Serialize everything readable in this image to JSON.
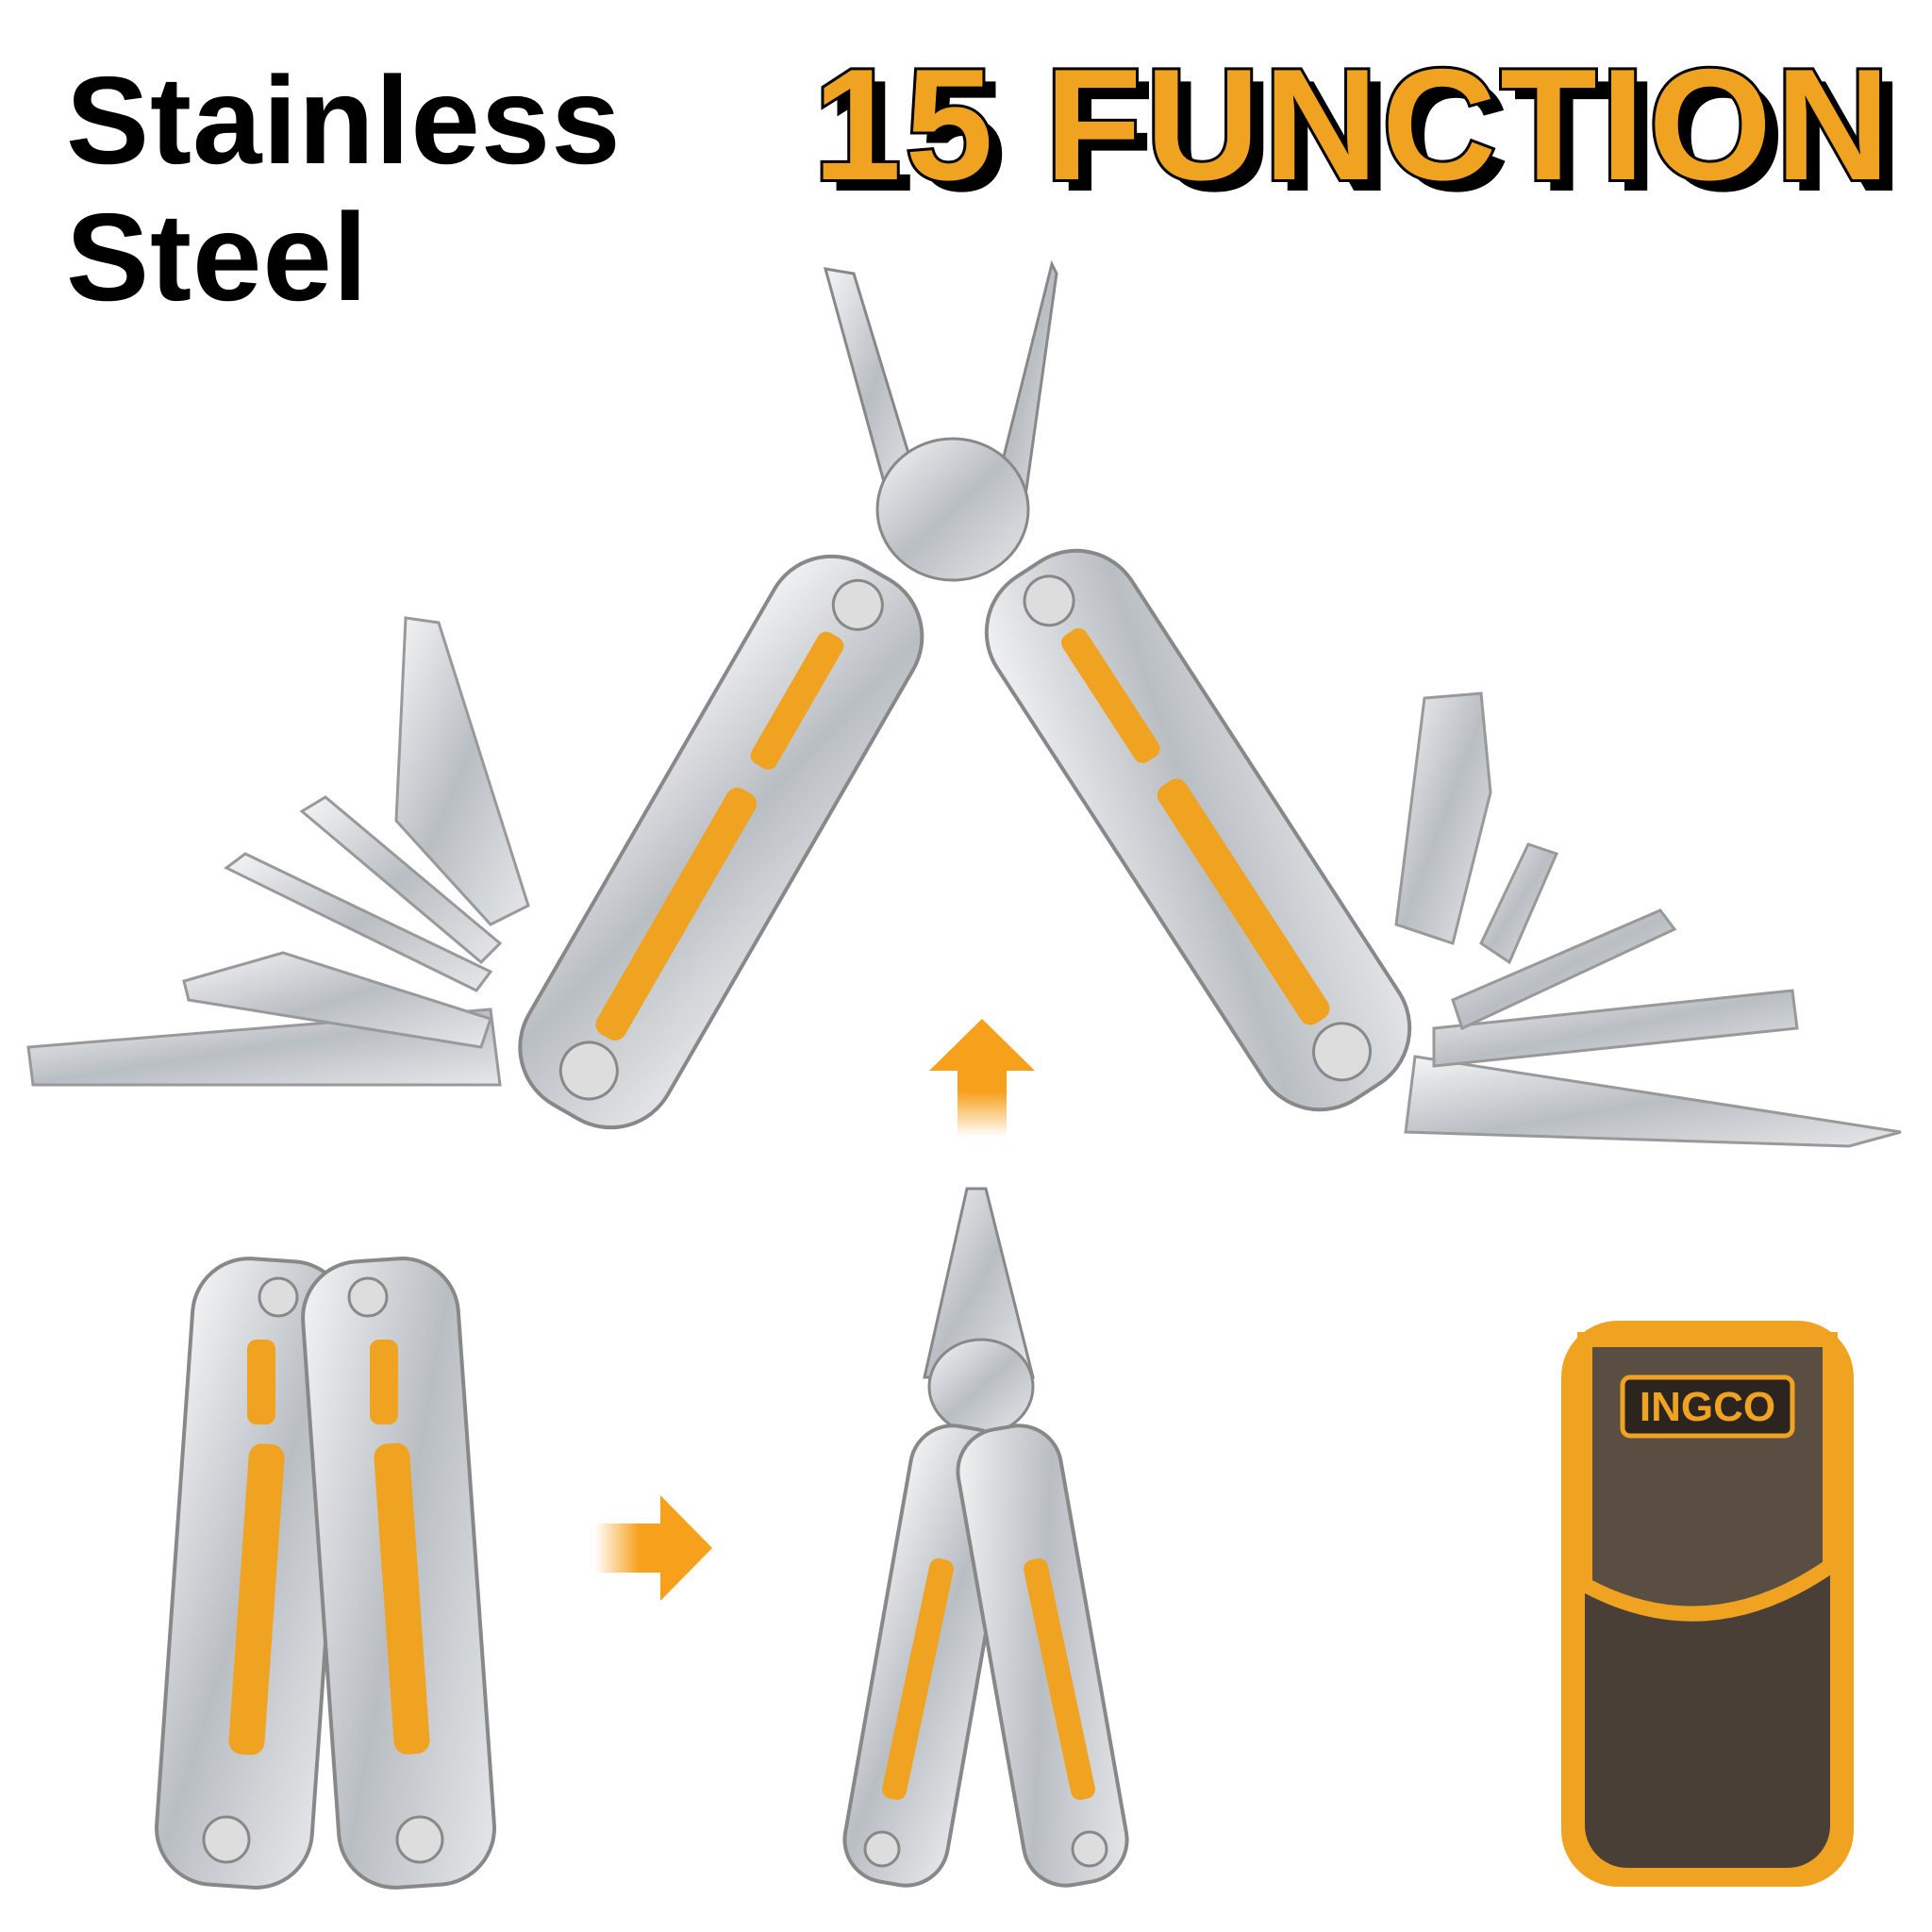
{
  "headline": {
    "line1": "Stainless",
    "line2": "Steel"
  },
  "badge": {
    "text": "15 FUNCTION"
  },
  "brand": {
    "logo_text": "INGCO"
  },
  "colors": {
    "accent": "#F0A320",
    "steel": "#C9CDD1",
    "pouch": "#4A3F36",
    "text": "#000000"
  },
  "icons": {
    "up_arrow": "arrow-up-icon",
    "right_arrow": "arrow-right-icon"
  }
}
